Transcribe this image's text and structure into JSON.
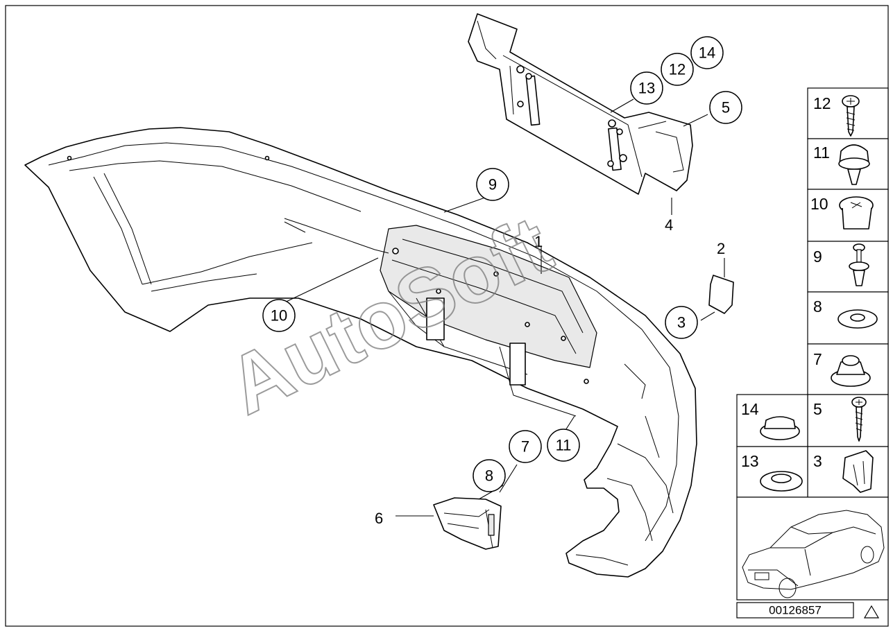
{
  "watermark": "AutoSoft",
  "diagram_number": "00126857",
  "callouts": [
    {
      "id": "c14",
      "label": "14"
    },
    {
      "id": "c12",
      "label": "12"
    },
    {
      "id": "c13",
      "label": "13"
    },
    {
      "id": "c5",
      "label": "5"
    },
    {
      "id": "c9",
      "label": "9"
    },
    {
      "id": "c10",
      "label": "10"
    },
    {
      "id": "c3",
      "label": "3"
    },
    {
      "id": "c7",
      "label": "7"
    },
    {
      "id": "c11",
      "label": "11"
    },
    {
      "id": "c8",
      "label": "8"
    }
  ],
  "plain_labels": [
    {
      "id": "p1",
      "label": "1"
    },
    {
      "id": "p2",
      "label": "2"
    },
    {
      "id": "p4",
      "label": "4"
    },
    {
      "id": "p6",
      "label": "6"
    }
  ],
  "legend": [
    {
      "label": "12",
      "icon": "screw-icon"
    },
    {
      "label": "11",
      "icon": "expanding-rivet-icon"
    },
    {
      "label": "10",
      "icon": "clip-nut-icon"
    },
    {
      "label": "9",
      "icon": "push-rivet-icon"
    },
    {
      "label": "8",
      "icon": "washer-icon"
    },
    {
      "label": "7",
      "icon": "collar-nut-icon"
    },
    {
      "label": "14",
      "icon": "grommet-icon"
    },
    {
      "label": "5",
      "icon": "self-tapping-screw-icon"
    },
    {
      "label": "13",
      "icon": "rubber-ring-icon"
    },
    {
      "label": "3",
      "icon": "clip-icon"
    }
  ]
}
